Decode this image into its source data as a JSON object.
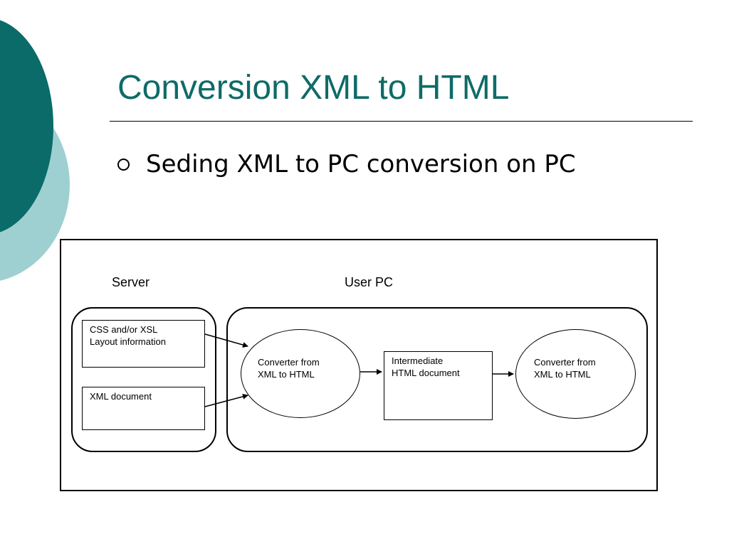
{
  "slide": {
    "title": "Conversion XML to HTML",
    "bullet": "Seding XML to PC conversion on PC"
  },
  "colors": {
    "title": "#0e6b68",
    "decoration_dark": "#0b6b69",
    "decoration_light": "#9fd0d1",
    "stroke": "#000000"
  },
  "diagram": {
    "server_label": "Server",
    "userpc_label": "User PC",
    "css_box": {
      "line1": "CSS and/or XSL",
      "line2": "Layout information"
    },
    "xml_box": {
      "line1": "XML document"
    },
    "converter_1": {
      "line1": "Converter from",
      "line2": "XML to HTML"
    },
    "intermediate": {
      "line1": "Intermediate",
      "line2": "HTML document"
    },
    "converter_2": {
      "line1": "Converter from",
      "line2": "XML to HTML"
    }
  }
}
